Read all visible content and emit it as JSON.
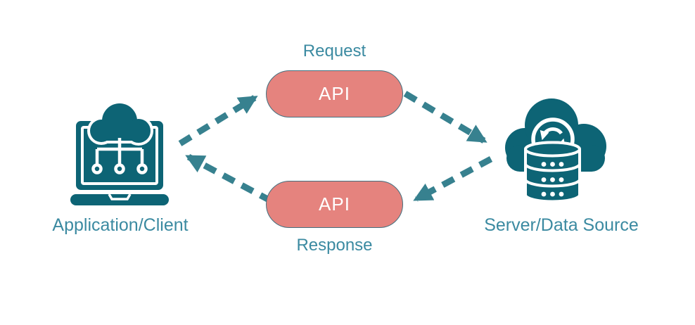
{
  "diagram": {
    "nodes": {
      "client": {
        "label": "Application/Client",
        "icon": "laptop-cloud-circuit-icon"
      },
      "server": {
        "label": "Server/Data Source",
        "icon": "cloud-database-sync-icon"
      },
      "api_request": {
        "label": "API",
        "flow_label": "Request"
      },
      "api_response": {
        "label": "API",
        "flow_label": "Response"
      }
    },
    "edges": [
      {
        "from": "client",
        "to": "api_request",
        "style": "dashed-arrow"
      },
      {
        "from": "api_request",
        "to": "server",
        "style": "dashed-arrow"
      },
      {
        "from": "server",
        "to": "api_response",
        "style": "dashed-arrow"
      },
      {
        "from": "api_response",
        "to": "client",
        "style": "dashed-arrow"
      }
    ],
    "colors": {
      "background": "#ffffff",
      "icon_teal": "#0d6475",
      "arrow_teal": "#37818f",
      "label_teal": "#3b8aa1",
      "pill_fill": "#e5837e",
      "pill_border": "#43707f",
      "pill_text": "#ffffff"
    }
  }
}
